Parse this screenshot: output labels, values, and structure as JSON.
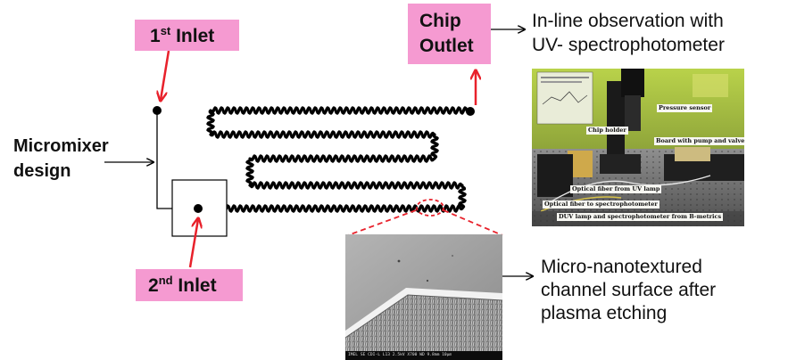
{
  "labels": {
    "inlet1_num": "1",
    "inlet1_sup": "st",
    "inlet1_word": "Inlet",
    "inlet2_num": "2",
    "inlet2_sup": "nd",
    "inlet2_word": "Inlet",
    "outlet_line1": "Chip",
    "outlet_line2": "Outlet",
    "mixer_line1": "Micromixer",
    "mixer_line2": "design",
    "observation_line1": "In-line observation with",
    "observation_line2": "UV- spectrophotometer",
    "surface_line1": "Micro-nanotextured",
    "surface_line2": "channel surface after",
    "surface_line3": "plasma etching"
  },
  "photo_labels": {
    "pressure_sensor": "Pressure sensor",
    "chip_holder": "Chip holder",
    "board": "Board with pump and valves",
    "fiber_uv": "Optical fiber from UV lamp",
    "fiber_spectro": "Optical fiber to spectrophotometer",
    "duv": "DUV lamp and spectrophotometer from B-metrics"
  },
  "sem_bar_text": "IMEL  SE  CDI-L  L13  2.5kV  X700  WD 9.8mm  10μm",
  "colors": {
    "label_pink": "#f59ad1",
    "arrow_red": "#e8212b",
    "channel_black": "#000000",
    "text_dark": "#111111"
  },
  "icons": {
    "outlet_arrow": "right-arrow-icon",
    "surface_arrow": "right-arrow-icon",
    "mixer_arrow": "right-arrow-icon",
    "inlet_arrows": "red-arrow-icon",
    "zoom_marker": "dashed-ellipse-icon"
  }
}
